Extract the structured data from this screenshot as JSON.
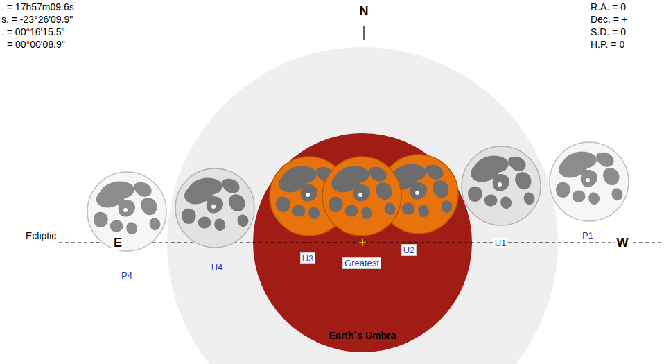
{
  "diagram": {
    "nodes": [
      {
        "text": [
          "Earth´s Umbra"
        ]
      }
    ],
    "labels": [
      ". = 17h57m09.6s",
      "s. = -23°26'09.9\"",
      ". = 00°16'15.5\"",
      "= 00°00'08.9\"",
      "N",
      "R.A. = 0",
      "Dec. = +",
      "S.D. = 0",
      "H.P. = 0",
      "Ecliptic",
      "E",
      "W",
      "P4",
      "U4",
      "U3",
      "Greatest",
      "U2",
      "U1",
      "P1"
    ]
  }
}
